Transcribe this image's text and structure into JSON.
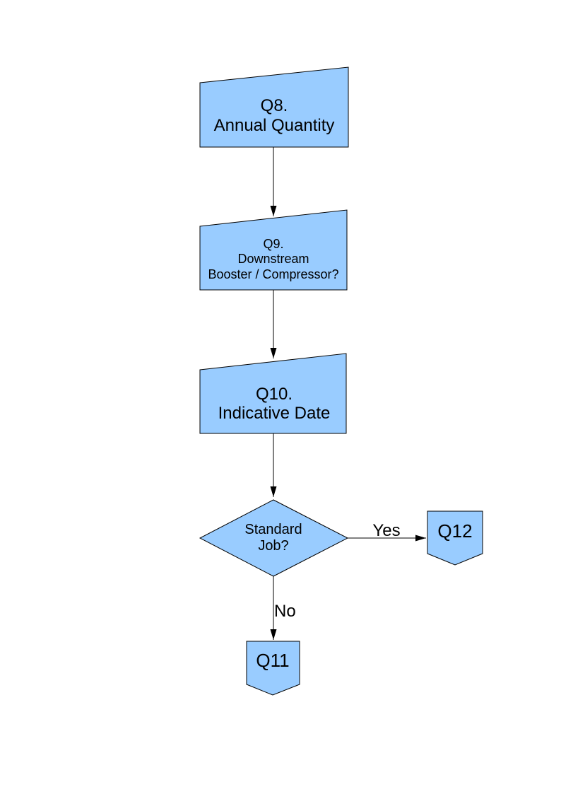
{
  "page": {
    "background": "#ffffff"
  },
  "colors": {
    "shape_fill": "#99CCFF",
    "shape_stroke": "#000000",
    "line": "#000000",
    "text": "#000000"
  },
  "nodes": {
    "q8": {
      "type": "manual-input",
      "lines": [
        "Q8.",
        "Annual Quantity"
      ]
    },
    "q9": {
      "type": "manual-input",
      "lines": [
        "Q9.",
        "Downstream",
        "Booster / Compressor?"
      ]
    },
    "q10": {
      "type": "manual-input",
      "lines": [
        "Q10.",
        "Indicative Date"
      ]
    },
    "decision": {
      "type": "decision",
      "lines": [
        "Standard",
        "Job?"
      ]
    },
    "q12": {
      "type": "off-page-connector",
      "lines": [
        "Q12"
      ]
    },
    "q11": {
      "type": "off-page-connector",
      "lines": [
        "Q11"
      ]
    }
  },
  "edges": {
    "q8_to_q9": {
      "label": ""
    },
    "q9_to_q10": {
      "label": ""
    },
    "q10_to_decision": {
      "label": ""
    },
    "decision_to_q12": {
      "label": "Yes"
    },
    "decision_to_q11": {
      "label": "No"
    }
  }
}
